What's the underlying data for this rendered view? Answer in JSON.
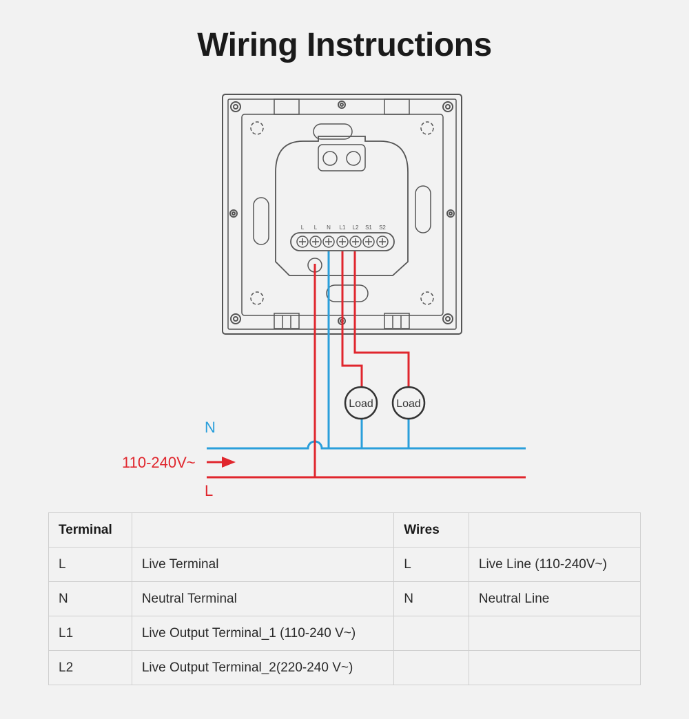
{
  "title": "Wiring Instructions",
  "colors": {
    "live": "#e0262d",
    "neutral": "#2a9fdb",
    "device": "#555555",
    "background": "#f2f2f2"
  },
  "device": {
    "terminal_labels": [
      "L",
      "L",
      "N",
      "L1",
      "L2",
      "S1",
      "S2"
    ]
  },
  "diagram": {
    "neutral_label": "N",
    "live_label": "L",
    "voltage_label": "110-240V~",
    "loads": [
      {
        "label": "Load"
      },
      {
        "label": "Load"
      }
    ]
  },
  "table": {
    "headers": [
      "Terminal",
      "",
      "Wires",
      ""
    ],
    "rows": [
      [
        "L",
        "Live Terminal",
        "L",
        "Live Line (110-240V~)"
      ],
      [
        "N",
        "Neutral Terminal",
        "N",
        "Neutral Line"
      ],
      [
        "L1",
        "Live Output Terminal_1 (110-240 V~)",
        "",
        ""
      ],
      [
        "L2",
        "Live Output Terminal_2(220-240 V~)",
        "",
        ""
      ]
    ]
  }
}
